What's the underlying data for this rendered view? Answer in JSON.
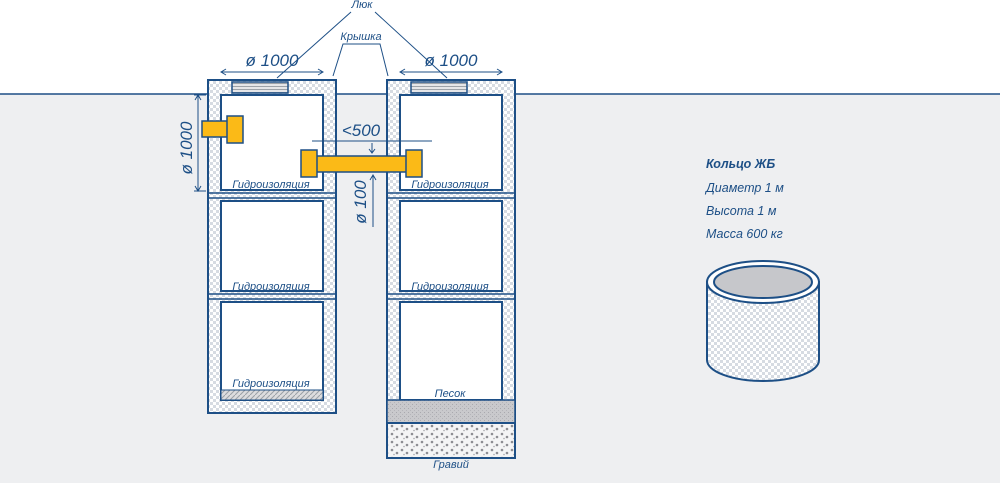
{
  "colors": {
    "ground": "#eeeff1",
    "stroke": "#1d4f86",
    "pipe": "#fbba17",
    "pipe_stroke": "#e5a400"
  },
  "labels": {
    "hatch": "Люк",
    "lid": "Крышка",
    "dia_left": "ø 1000",
    "dia_right": "ø 1000",
    "dia_vertical": "ø 1000",
    "pipe_dia": "ø 100",
    "pipe_dist": "<500",
    "waterproofing": "Гидроизоляция",
    "sand": "Песок",
    "gravel": "Гравий"
  },
  "info": {
    "title": "Кольцо ЖБ",
    "diameter": "Диаметр 1 м",
    "height": "Высота 1 м",
    "mass": "Масса 600 кг"
  },
  "icons": [
    "concrete-ring-icon"
  ]
}
